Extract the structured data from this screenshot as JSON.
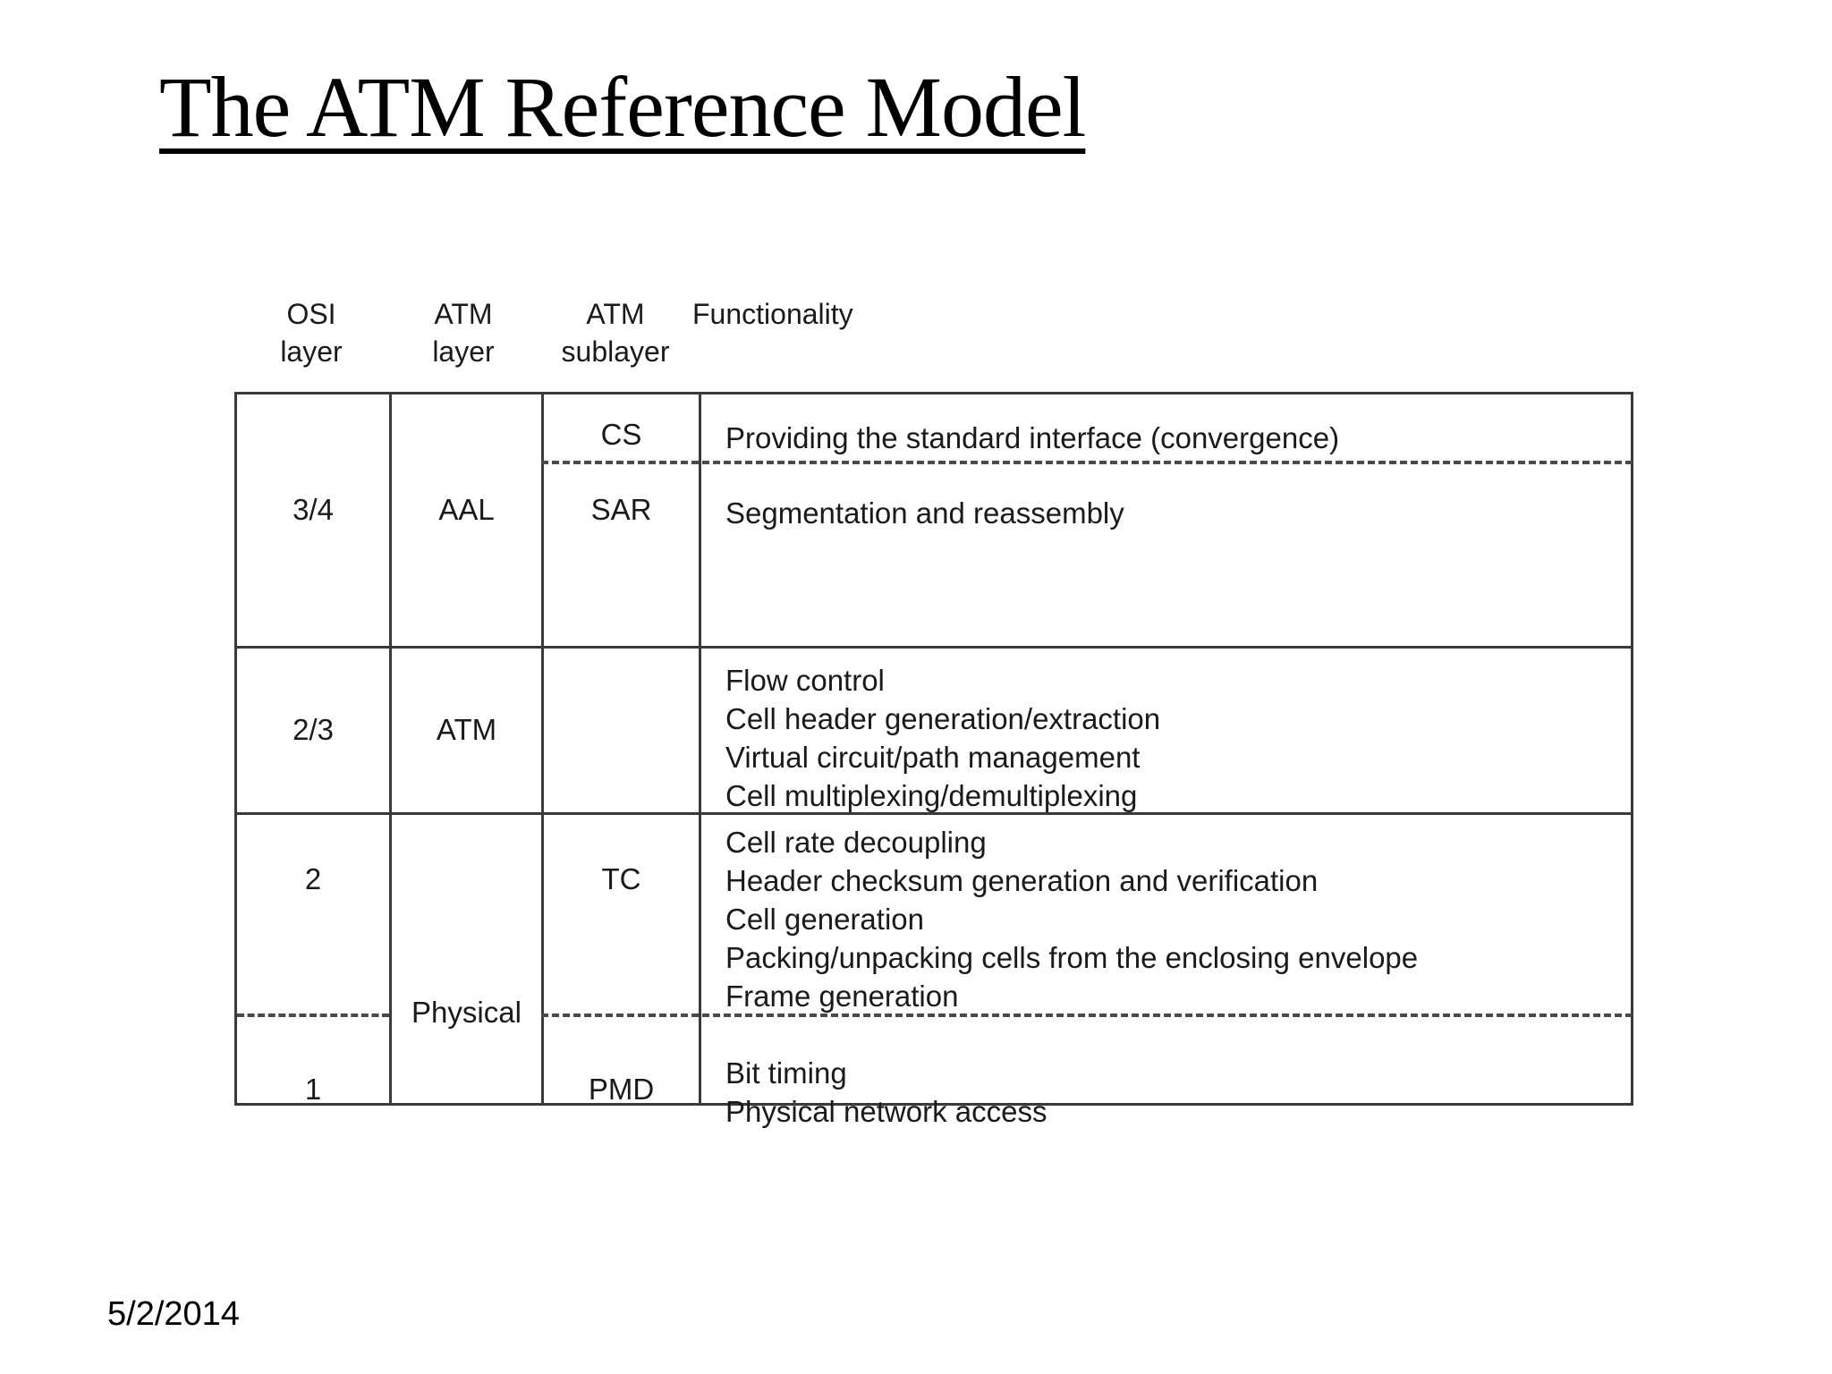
{
  "slide": {
    "title": "The ATM Reference Model",
    "date": "5/2/2014"
  },
  "table": {
    "headers": {
      "osi_layer": "OSI\nlayer",
      "atm_layer": "ATM\nlayer",
      "atm_sublayer": "ATM\nsublayer",
      "functionality": "Functionality"
    },
    "rows": [
      {
        "osi_layer": "3/4",
        "atm_layer": "AAL",
        "sublayers": [
          {
            "name": "CS",
            "functionality": "Providing the standard interface (convergence)"
          },
          {
            "name": "SAR",
            "functionality": "Segmentation and reassembly"
          }
        ]
      },
      {
        "osi_layer": "2/3",
        "atm_layer": "ATM",
        "sublayers": [
          {
            "name": "",
            "functionality": "Flow control\nCell header generation/extraction\nVirtual circuit/path management\nCell multiplexing/demultiplexing"
          }
        ]
      },
      {
        "osi_layer_upper": "2",
        "osi_layer_lower": "1",
        "atm_layer": "Physical",
        "sublayers": [
          {
            "name": "TC",
            "functionality": "Cell rate decoupling\nHeader checksum generation and verification\nCell generation\nPacking/unpacking cells from the enclosing envelope\nFrame generation"
          },
          {
            "name": "PMD",
            "functionality": "Bit timing\nPhysical network access"
          }
        ]
      }
    ]
  },
  "colors": {
    "background": "#ffffff",
    "text": "#1a1a1a",
    "title_text": "#000000",
    "rule": "#3a3a3a",
    "dash_rule": "#4a4a4a"
  }
}
